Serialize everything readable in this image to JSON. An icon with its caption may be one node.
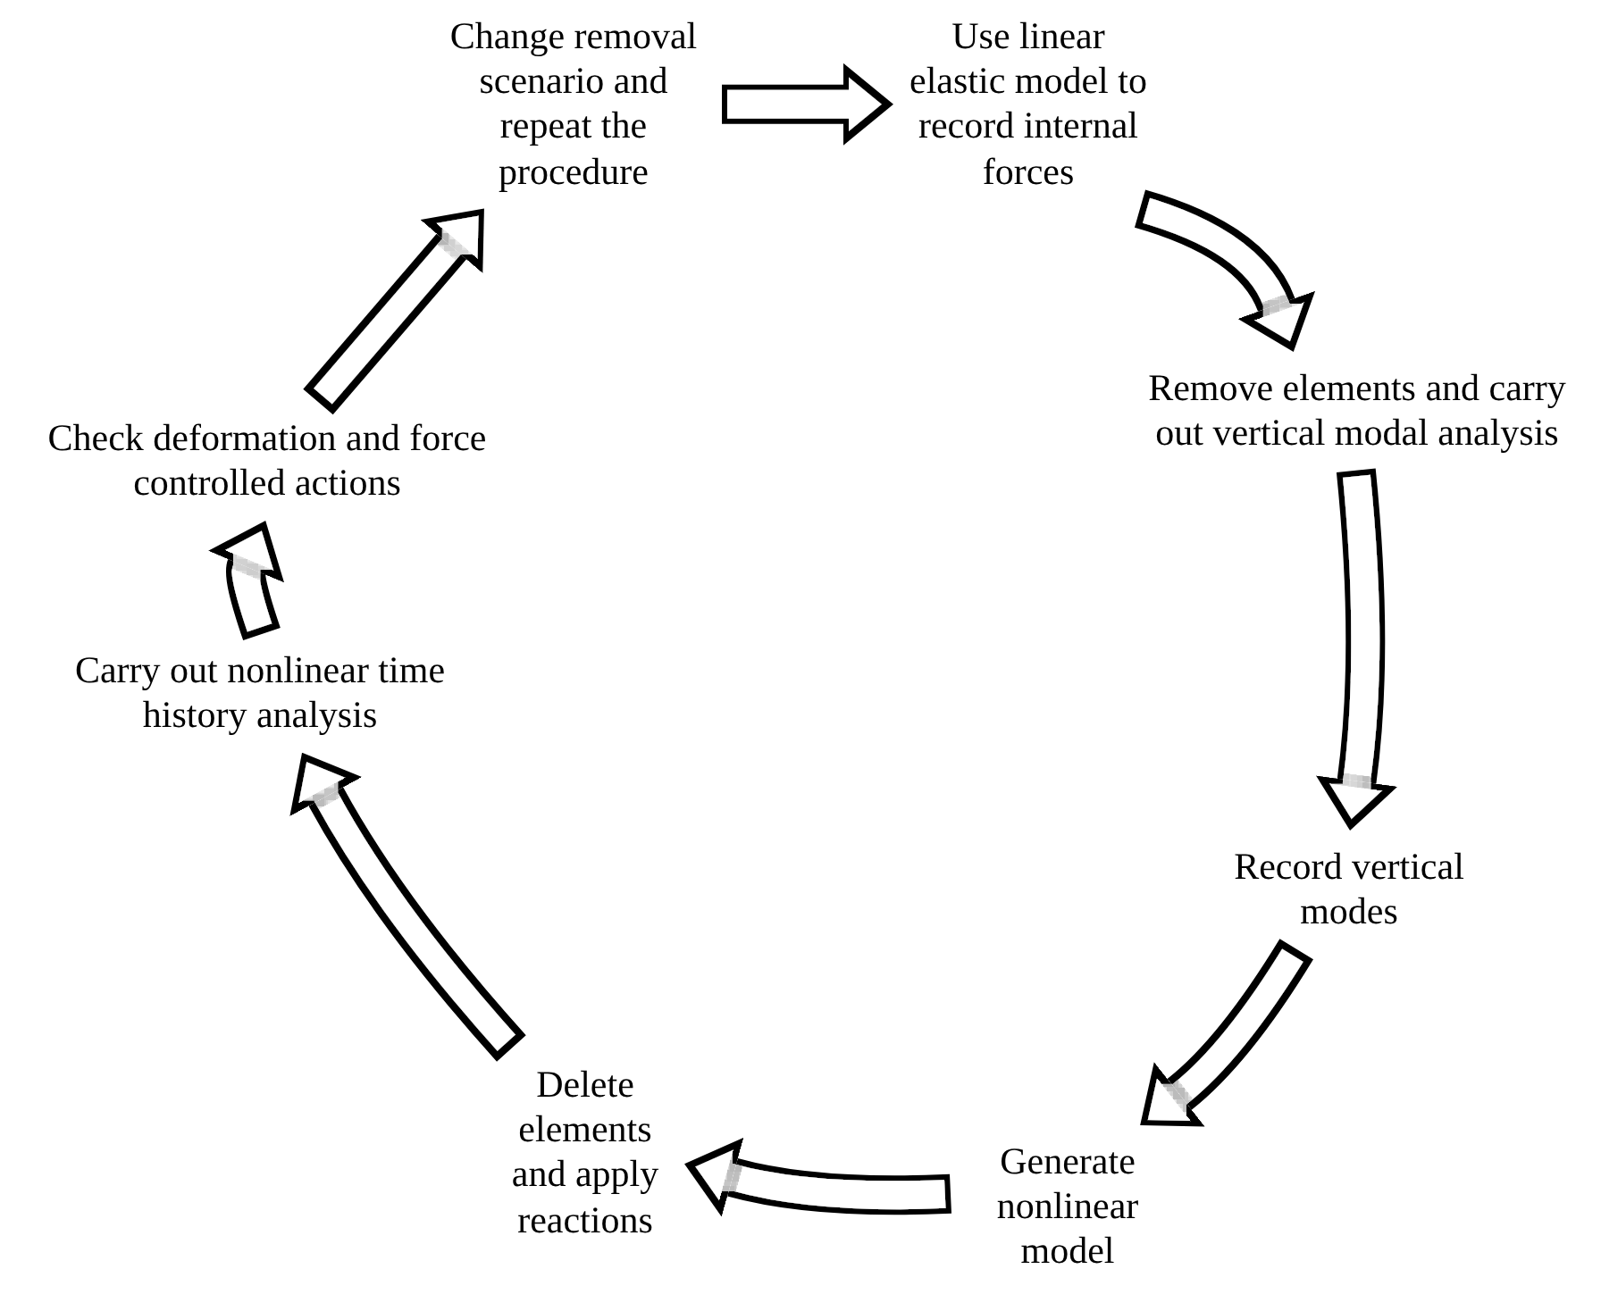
{
  "diagram": {
    "nodes": [
      {
        "text": [
          "Change removal scenario and repeat the procedure"
        ]
      },
      {
        "text": [
          "Use linear elastic model to record internal forces"
        ]
      },
      {
        "text": [
          "Remove elements and carry out vertical modal analysis"
        ]
      },
      {
        "text": [
          "Record vertical modes"
        ]
      },
      {
        "text": [
          "Generate nonlinear model"
        ]
      },
      {
        "text": [
          "Delete elements and apply reactions"
        ]
      },
      {
        "text": [
          "Carry out nonlinear time history analysis"
        ]
      },
      {
        "text": [
          "Check deformation and force controlled actions"
        ]
      }
    ],
    "edges": [
      {
        "from": 0,
        "to": 1,
        "arrow": "to"
      },
      {
        "from": 1,
        "to": 2,
        "arrow": "to"
      },
      {
        "from": 2,
        "to": 3,
        "arrow": "to"
      },
      {
        "from": 3,
        "to": 4,
        "arrow": "to"
      },
      {
        "from": 4,
        "to": 5,
        "arrow": "to"
      },
      {
        "from": 5,
        "to": 6,
        "arrow": "to"
      },
      {
        "from": 6,
        "to": 7,
        "arrow": "to"
      },
      {
        "from": 7,
        "to": 0,
        "arrow": "to"
      }
    ]
  }
}
